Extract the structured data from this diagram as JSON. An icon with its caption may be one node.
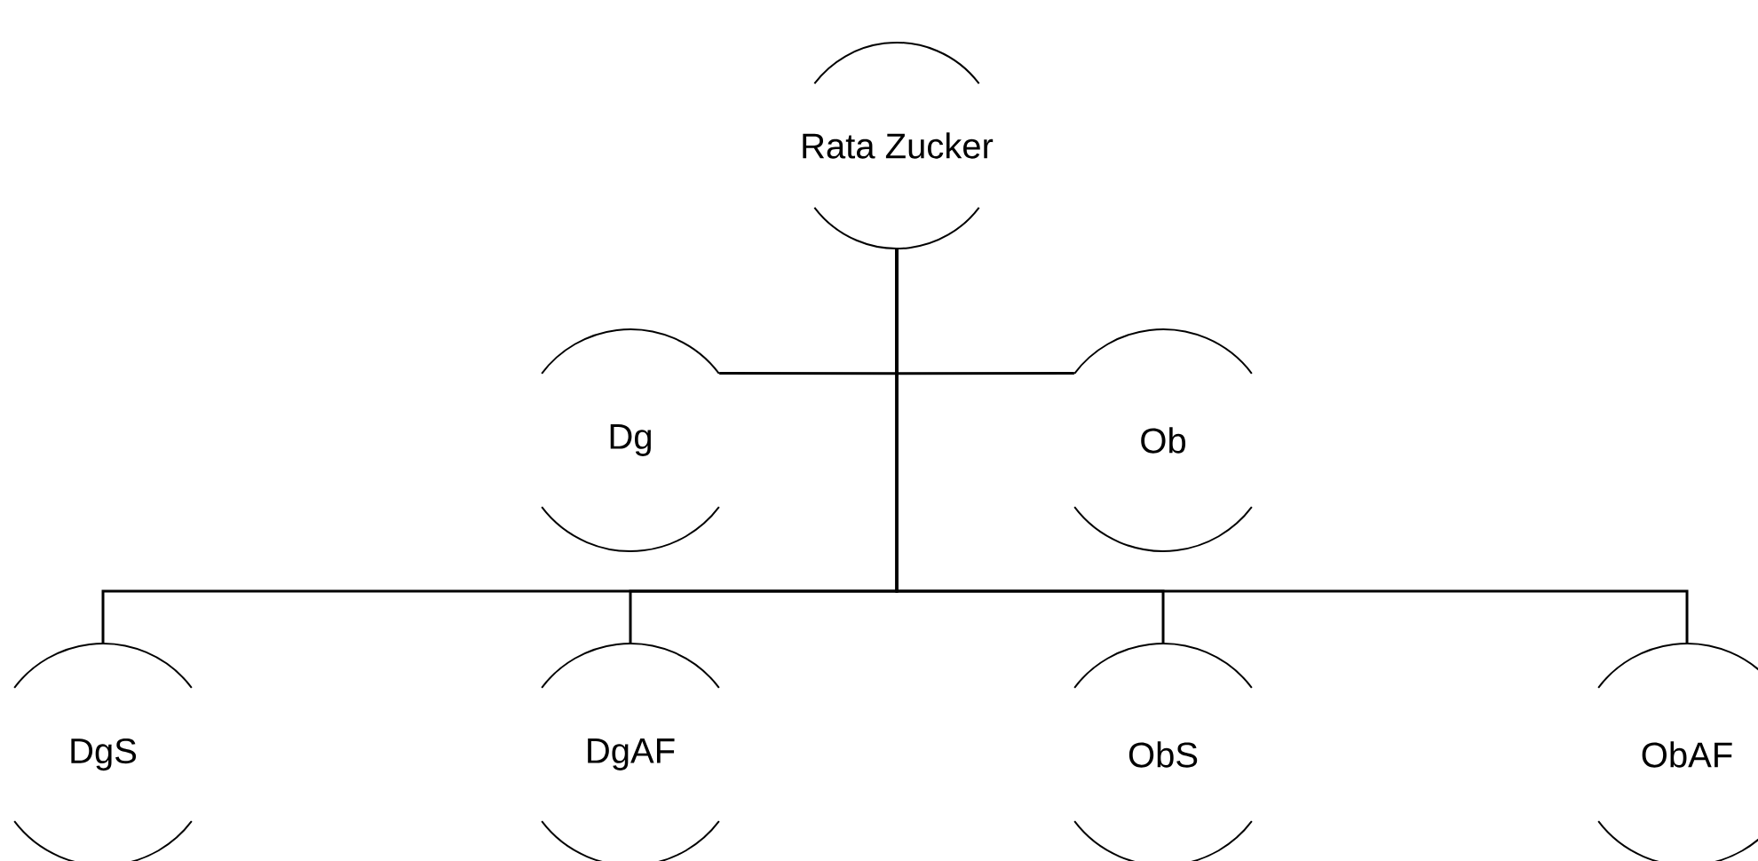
{
  "diagram": {
    "nodes": [
      {
        "text": [
          "Rata Zucker"
        ]
      },
      {
        "text": [
          "Dg"
        ]
      },
      {
        "text": [
          "Ob"
        ]
      },
      {
        "text": [
          "DgS"
        ]
      },
      {
        "text": [
          "DgAF"
        ]
      },
      {
        "text": [
          "ObS"
        ]
      },
      {
        "text": [
          "ObAF"
        ]
      }
    ],
    "edges": [
      {
        "from": 0,
        "to": 1,
        "arrow": "none"
      },
      {
        "from": 0,
        "to": 2,
        "arrow": "none"
      },
      {
        "from": 0,
        "to": 3,
        "arrow": "none"
      },
      {
        "from": 0,
        "to": 4,
        "arrow": "none"
      },
      {
        "from": 0,
        "to": 5,
        "arrow": "none"
      },
      {
        "from": 0,
        "to": 6,
        "arrow": "none"
      }
    ]
  }
}
